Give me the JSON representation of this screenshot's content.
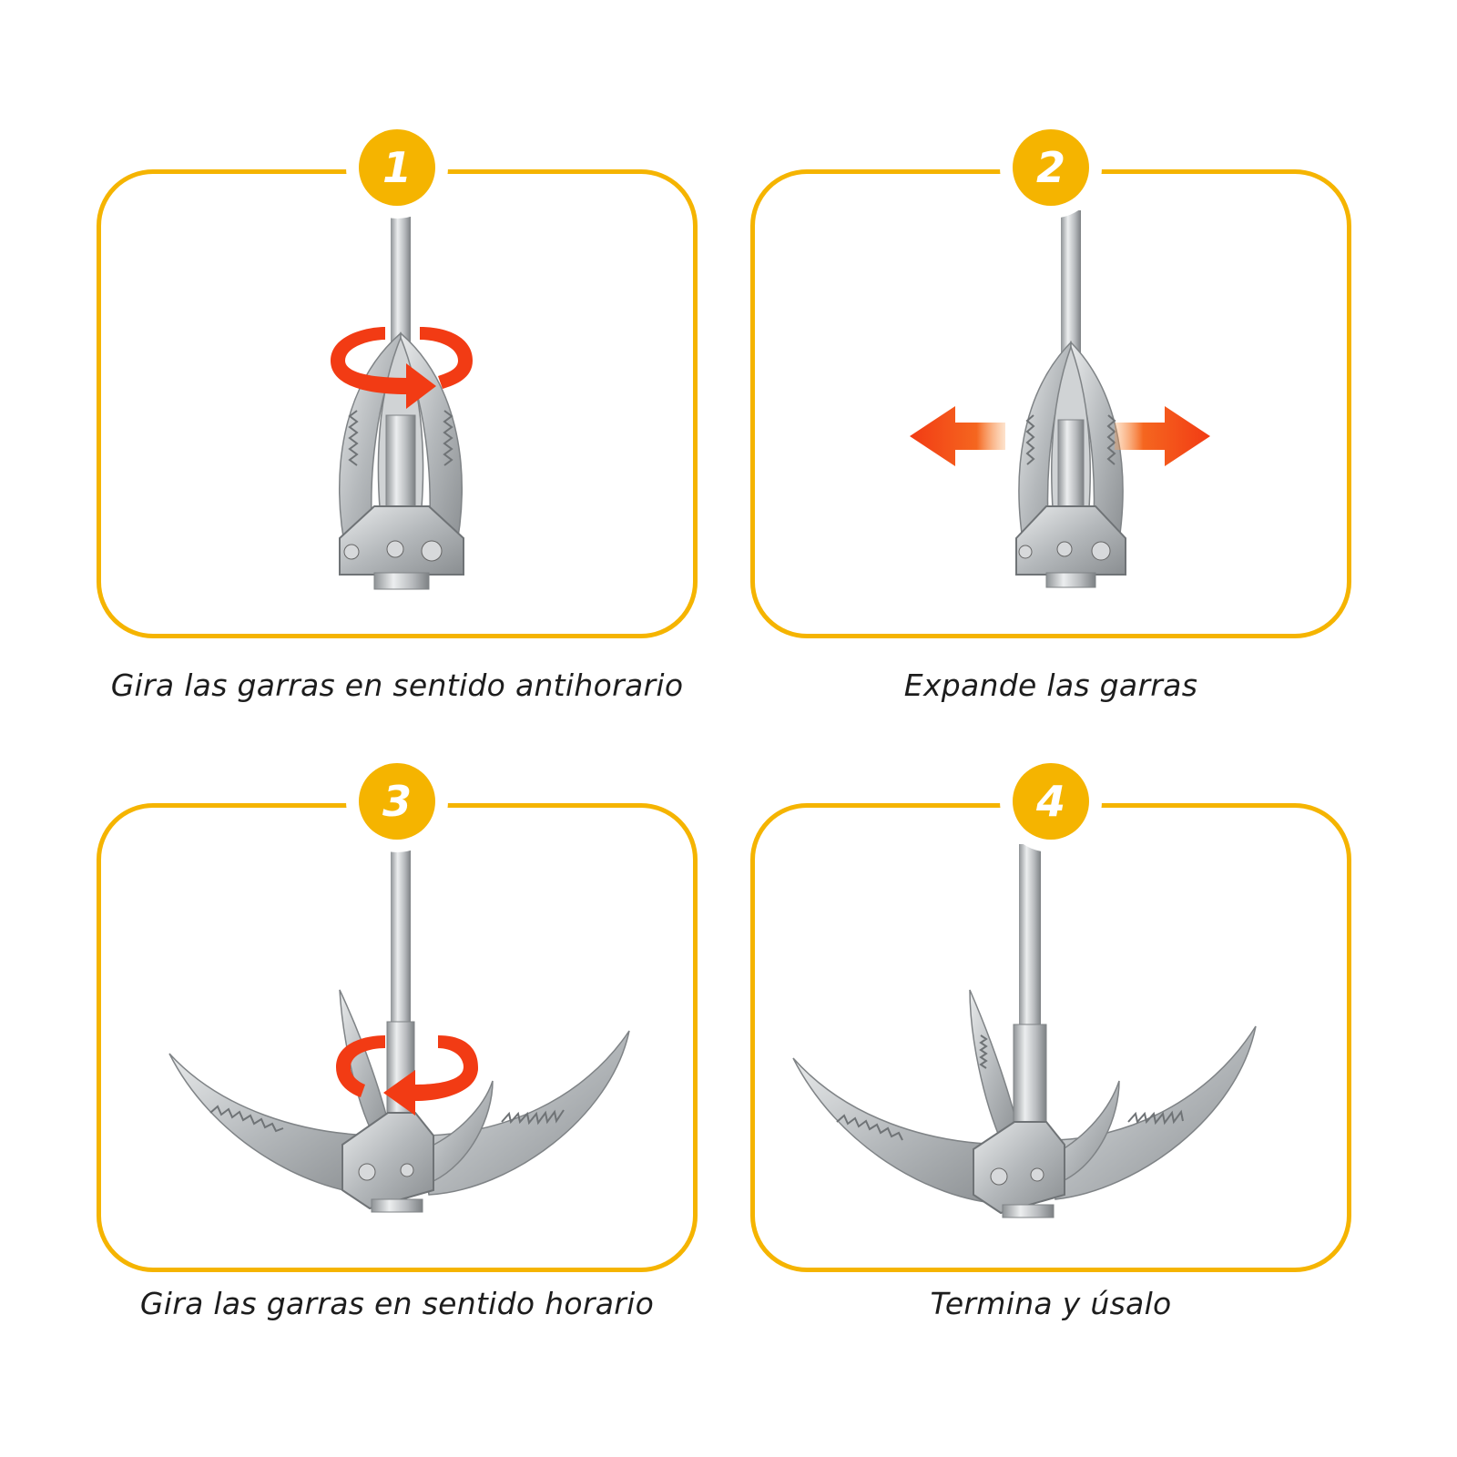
{
  "theme": {
    "accent": "#f5b400",
    "arrow": "#f23b14",
    "metal": "#b9bcbf"
  },
  "steps": [
    {
      "number": "1",
      "caption": "Gira las garras en sentido antihorario",
      "icon": "rotate-counterclockwise-icon",
      "state": "closed"
    },
    {
      "number": "2",
      "caption": "Expande las garras",
      "icon": "expand-arrows-icon",
      "state": "closed"
    },
    {
      "number": "3",
      "caption": "Gira las garras en sentido horario",
      "icon": "rotate-clockwise-icon",
      "state": "open"
    },
    {
      "number": "4",
      "caption": "Termina y úsalo",
      "icon": "",
      "state": "open"
    }
  ]
}
